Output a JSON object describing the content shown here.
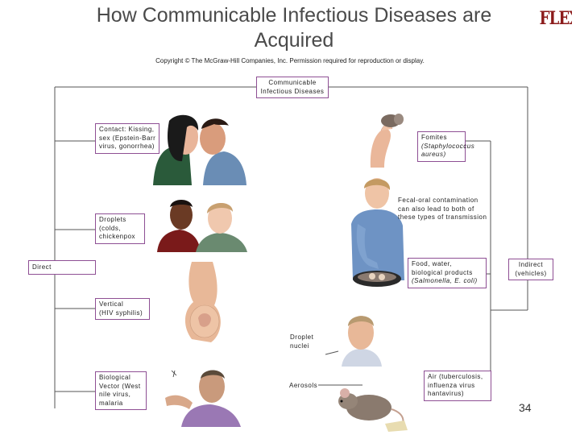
{
  "slide": {
    "title_line1": "How Communicable Infectious Diseases are",
    "title_line2": "Acquired",
    "logo_text": "FLEX",
    "copyright": "Copyright © The McGraw-Hill Companies, Inc. Permission required for reproduction or display.",
    "page_number": "34"
  },
  "diagram": {
    "root": {
      "line1": "Communicable",
      "line2": "Infectious Diseases"
    },
    "direct": {
      "label": "Direct"
    },
    "indirect": {
      "line1": "Indirect",
      "line2": "(vehicles)"
    },
    "contact": {
      "line1": "Contact: Kissing,",
      "line2": "sex (Epstein-Barr",
      "line3": "virus, gonorrhea)"
    },
    "droplets": {
      "line1": "Droplets",
      "line2": "(colds,",
      "line3": "chickenpox"
    },
    "vertical": {
      "line1": "Vertical",
      "line2": "(HIV syphilis)"
    },
    "biological_vector": {
      "line1": "Biological",
      "line2": "Vector (West",
      "line3": "nile virus,",
      "line4": "malaria"
    },
    "fomites": {
      "line1": "Fomites",
      "line2": "(Staphylococcus",
      "line3": "aureus)"
    },
    "fecal_oral": {
      "line1": "Fecal-oral contamination",
      "line2": "can also lead to both of",
      "line3": "these types of transmission"
    },
    "food_water": {
      "line1": "Food, water,",
      "line2": "biological products",
      "line3": "(Salmonella, E. coli)"
    },
    "droplet_nuclei": {
      "line1": "Droplet",
      "line2": "nuclei"
    },
    "aerosols": {
      "label": "Aerosols"
    },
    "air": {
      "line1": "Air (tuberculosis,",
      "line2": "influenza virus",
      "line3": "hantavirus)"
    }
  },
  "colors": {
    "box_border": "#8e4f94",
    "line": "#555555",
    "title": "#4a4a4a",
    "logo": "#8b1a1a"
  }
}
